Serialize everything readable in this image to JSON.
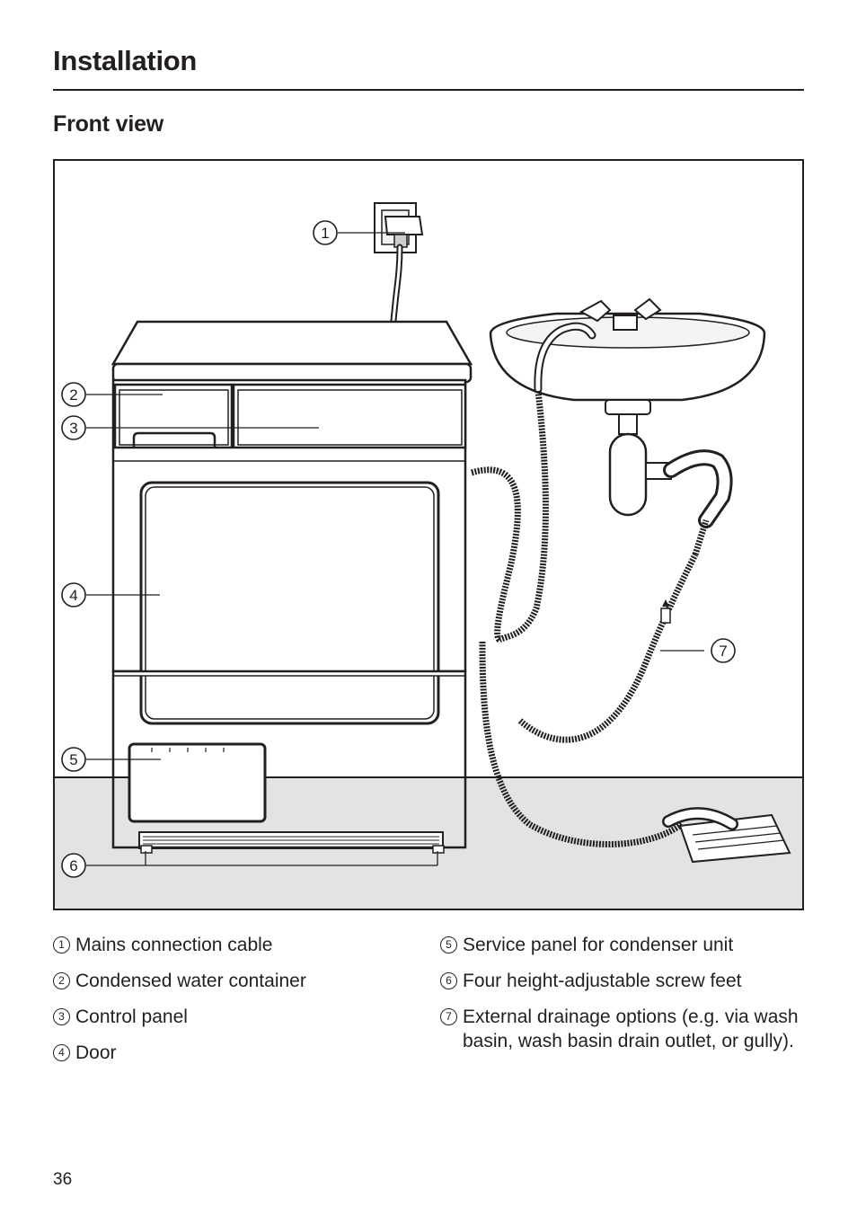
{
  "section_title": "Installation",
  "subsection_title": "Front view",
  "callouts": [
    "1",
    "2",
    "3",
    "4",
    "5",
    "6",
    "7"
  ],
  "legend_left": [
    {
      "num": "1",
      "text": "Mains connection cable"
    },
    {
      "num": "2",
      "text": "Condensed water container"
    },
    {
      "num": "3",
      "text": "Control panel"
    },
    {
      "num": "4",
      "text": "Door"
    }
  ],
  "legend_right": [
    {
      "num": "5",
      "text": "Service panel for condenser unit"
    },
    {
      "num": "6",
      "text": "Four height-adjustable screw feet"
    },
    {
      "num": "7",
      "text": "External drainage options (e.g. via wash basin, wash basin drain outlet, or gully)."
    }
  ],
  "page_number": "36"
}
